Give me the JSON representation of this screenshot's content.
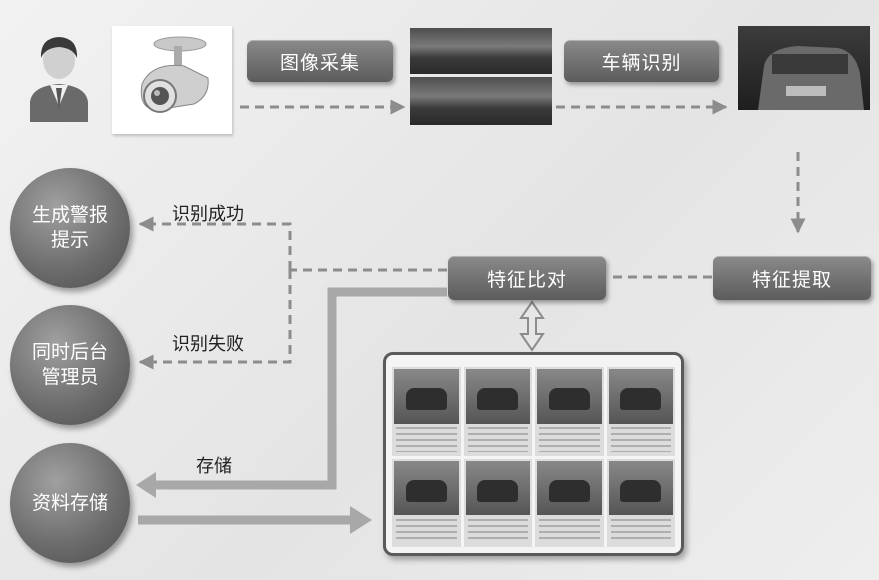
{
  "nodes": {
    "image_capture": "图像采集",
    "vehicle_recognition": "车辆识别",
    "feature_compare": "特征比对",
    "feature_extract": "特征提取",
    "generate_alarm": "生成警报提示",
    "notify_admin": "同时后台管理员",
    "data_storage": "资料存储"
  },
  "edge_labels": {
    "success": "识别成功",
    "failure": "识别失败",
    "store": "存储"
  },
  "icons": [
    "person-icon",
    "camera-icon",
    "double-arrow-icon"
  ],
  "colors": {
    "box": "#6e6e6e",
    "arrow": "#8c8c8c",
    "background": "#ebebeb"
  }
}
